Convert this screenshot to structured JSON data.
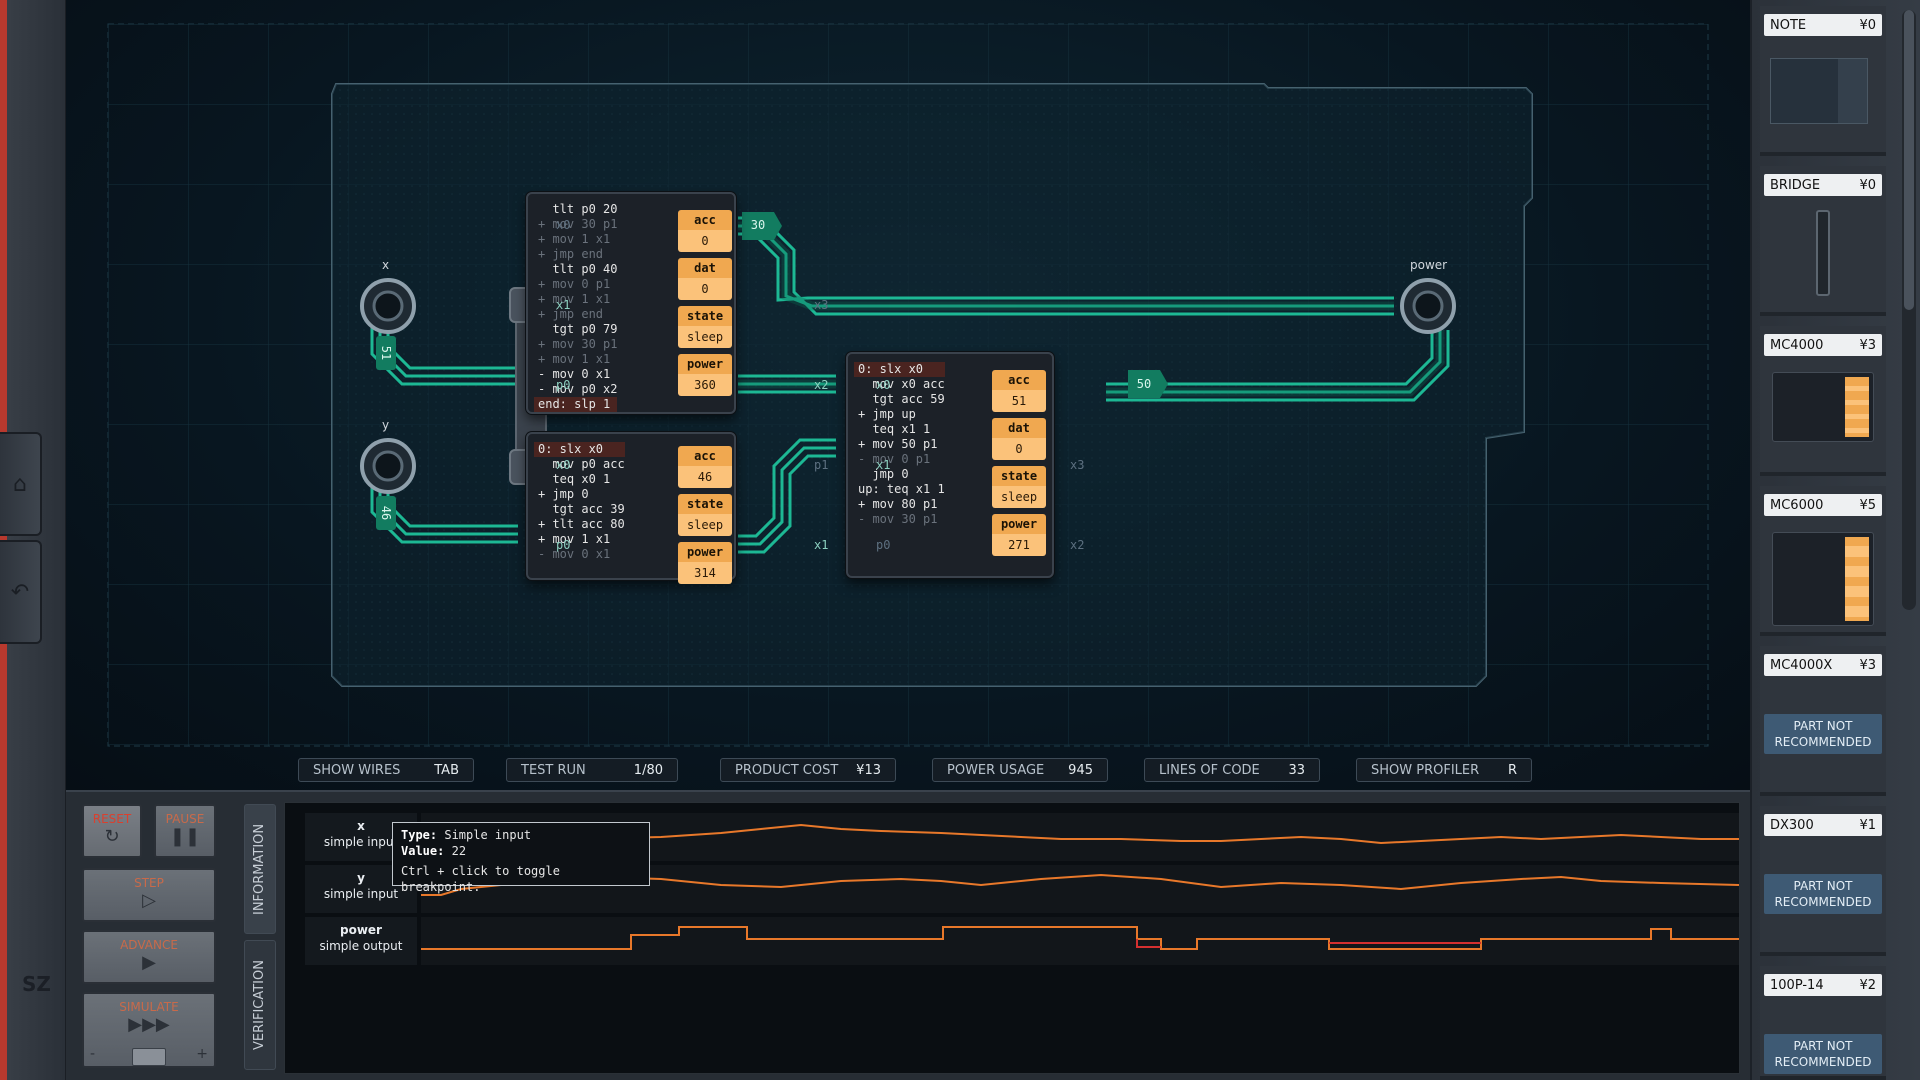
{
  "nav": {
    "home_icon": "⌂",
    "undo_icon": "↶",
    "logo_text": "SZ"
  },
  "board": {
    "inputs": [
      {
        "name": "x",
        "value": "51"
      },
      {
        "name": "y",
        "value": "46"
      }
    ],
    "output": {
      "name": "power",
      "value": "50"
    },
    "wire_values": {
      "top_right": "30"
    },
    "chip_a": {
      "pins_left": [
        "x0",
        "x1",
        "p0"
      ],
      "pins_right": [
        "x3",
        "x2"
      ],
      "code": [
        {
          "text": "  tlt p0 20",
          "style": ""
        },
        {
          "text": "+ mov 30 p1",
          "style": "dim"
        },
        {
          "text": "+ mov 1 x1",
          "style": "dim"
        },
        {
          "text": "+ jmp end",
          "style": "dim"
        },
        {
          "text": "  tlt p0 40",
          "style": ""
        },
        {
          "text": "+ mov 0 p1",
          "style": "dim"
        },
        {
          "text": "+ mov 1 x1",
          "style": "dim"
        },
        {
          "text": "+ jmp end",
          "style": "dim"
        },
        {
          "text": "  tgt p0 79",
          "style": ""
        },
        {
          "text": "+ mov 30 p1",
          "style": "dim"
        },
        {
          "text": "+ mov 1 x1",
          "style": "dim"
        },
        {
          "text": "- mov 0 x1",
          "style": ""
        },
        {
          "text": "- mov p0 x2",
          "style": ""
        },
        {
          "text": "end: slp 1",
          "style": "hl"
        }
      ],
      "registers": [
        {
          "name": "acc",
          "value": "0"
        },
        {
          "name": "dat",
          "value": "0"
        },
        {
          "name": "state",
          "value": "sleep"
        },
        {
          "name": "power",
          "value": "360"
        }
      ]
    },
    "chip_b": {
      "pins_left": [
        "x0",
        "p0"
      ],
      "pins_right": [
        "p1",
        "x1"
      ],
      "code": [
        {
          "text": "0: slx x0",
          "style": "hl"
        },
        {
          "text": "  mov p0 acc",
          "style": ""
        },
        {
          "text": "  teq x0 1",
          "style": ""
        },
        {
          "text": "+ jmp 0",
          "style": ""
        },
        {
          "text": "  tgt acc 39",
          "style": ""
        },
        {
          "text": "+ tlt acc 80",
          "style": ""
        },
        {
          "text": "+ mov 1 x1",
          "style": ""
        },
        {
          "text": "- mov 0 x1",
          "style": "dim"
        }
      ],
      "registers": [
        {
          "name": "acc",
          "value": "46"
        },
        {
          "name": "state",
          "value": "sleep"
        },
        {
          "name": "power",
          "value": "314"
        }
      ]
    },
    "chip_c": {
      "pins_left": [
        "x0",
        "x1",
        "p0"
      ],
      "pins_right": [
        "x3",
        "x2"
      ],
      "code": [
        {
          "text": "0: slx x0",
          "style": "hl"
        },
        {
          "text": "  mov x0 acc",
          "style": ""
        },
        {
          "text": "  tgt acc 59",
          "style": ""
        },
        {
          "text": "+ jmp up",
          "style": ""
        },
        {
          "text": "  teq x1 1",
          "style": ""
        },
        {
          "text": "+ mov 50 p1",
          "style": ""
        },
        {
          "text": "- mov 0 p1",
          "style": "dim"
        },
        {
          "text": "  jmp 0",
          "style": ""
        },
        {
          "text": "up: teq x1 1",
          "style": ""
        },
        {
          "text": "+ mov 80 p1",
          "style": ""
        },
        {
          "text": "- mov 30 p1",
          "style": "dim"
        }
      ],
      "registers": [
        {
          "name": "acc",
          "value": "51"
        },
        {
          "name": "dat",
          "value": "0"
        },
        {
          "name": "state",
          "value": "sleep"
        },
        {
          "name": "power",
          "value": "271"
        }
      ]
    }
  },
  "stats": {
    "show_wires": {
      "label": "SHOW WIRES",
      "key": "TAB"
    },
    "test_run": {
      "label": "TEST RUN",
      "value": "1/80"
    },
    "product_cost": {
      "label": "PRODUCT COST",
      "value": "¥13"
    },
    "power_usage": {
      "label": "POWER USAGE",
      "value": "945"
    },
    "lines_of_code": {
      "label": "LINES OF CODE",
      "value": "33"
    },
    "show_profiler": {
      "label": "SHOW PROFILER",
      "key": "R"
    }
  },
  "controls": {
    "reset": {
      "label": "RESET",
      "icon": "↻"
    },
    "pause": {
      "label": "PAUSE",
      "icon": "❚❚"
    },
    "step": {
      "label": "STEP",
      "icon": "▷"
    },
    "advance": {
      "label": "ADVANCE",
      "icon": "▶"
    },
    "simulate": {
      "label": "SIMULATE",
      "icon": "▶▶▶"
    },
    "speed_minus": "-",
    "speed_plus": "+"
  },
  "tabs": {
    "information": "INFORMATION",
    "verification": "VERIFICATION"
  },
  "signals": [
    {
      "name": "x",
      "type": "simple input"
    },
    {
      "name": "y",
      "type": "simple input"
    },
    {
      "name": "power",
      "type": "simple output"
    }
  ],
  "tooltip": {
    "type_label": "Type:",
    "type_value": "Simple input",
    "value_label": "Value:",
    "value_value": "22",
    "hint": "Ctrl + click to toggle breakpoint."
  },
  "parts": [
    {
      "name": "NOTE",
      "cost": "¥0",
      "recommended": true
    },
    {
      "name": "BRIDGE",
      "cost": "¥0",
      "recommended": true
    },
    {
      "name": "MC4000",
      "cost": "¥3",
      "recommended": true
    },
    {
      "name": "MC6000",
      "cost": "¥5",
      "recommended": true
    },
    {
      "name": "MC4000X",
      "cost": "¥3",
      "recommended": false,
      "note": "PART NOT RECOMMENDED"
    },
    {
      "name": "DX300",
      "cost": "¥1",
      "recommended": false,
      "note": "PART NOT RECOMMENDED"
    },
    {
      "name": "100P-14",
      "cost": "¥2",
      "recommended": false,
      "note": "PART NOT RECOMMENDED"
    }
  ],
  "colors": {
    "accent_orange": "#f0a850",
    "wire_green": "#1fc9a0",
    "signal_orange": "#e8782a",
    "error_red": "#d43030"
  }
}
